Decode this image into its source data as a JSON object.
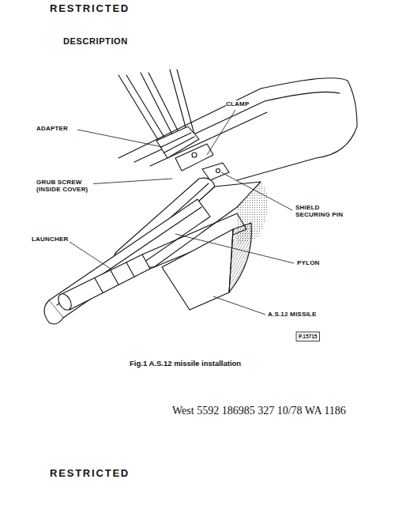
{
  "diagram": {
    "title": "DESCRIPTION",
    "caption": "Fig.1 A.S.12 missile installation",
    "labels": [
      "RESTRICTED",
      "CLAMP",
      "ADAPTER",
      "GRUB SCREW (INSIDE COVER)",
      "SHIELD SECURING PIN",
      "LAUNCHER",
      "PYLON",
      "A.S.12 MISSILE",
      "P.15715",
      "West 5592 186985 327 10/78 WA 1186",
      "RESTRICTED"
    ]
  }
}
